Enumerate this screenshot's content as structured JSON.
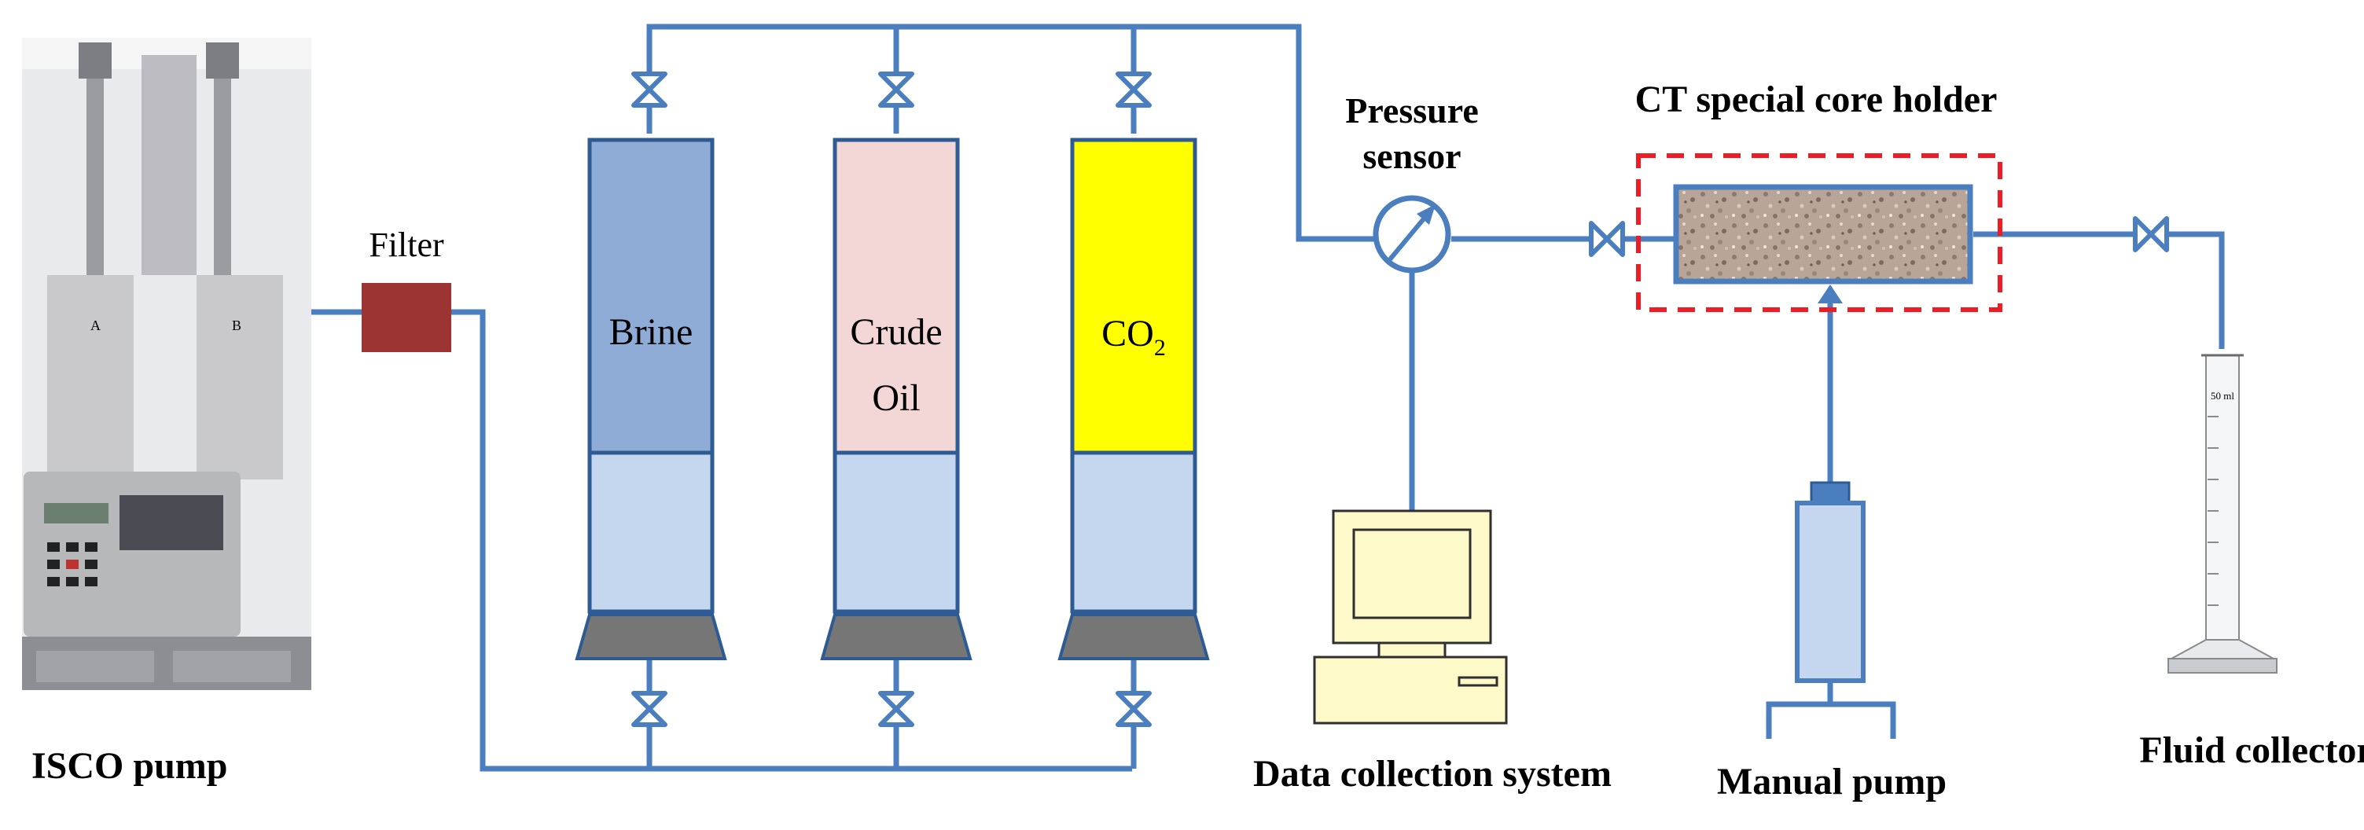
{
  "labels": {
    "isco_pump": "ISCO pump",
    "filter": "Filter",
    "brine": "Brine",
    "crude_oil_line1": "Crude",
    "crude_oil_line2": "Oil",
    "co2_main": "CO",
    "co2_sub": "2",
    "pressure_sensor_line1": "Pressure",
    "pressure_sensor_line2": "sensor",
    "core_holder": "CT special core holder",
    "data_collection": "Data collection system",
    "manual_pump": "Manual pump",
    "fluid_collector": "Fluid collector",
    "cylinder_volume": "50 ml",
    "pump_tag_a": "A",
    "pump_tag_b": "B"
  },
  "colors": {
    "pipe": "#4a7ebf",
    "brine_top": "#8eacd6",
    "crude_top": "#f3d6d6",
    "co2_top": "#ffff00",
    "lower_fluid": "#c5d7ef",
    "piston_base": "#767676",
    "filter": "#9c3434",
    "computer": "#fdf9c8",
    "core_dash": "#ee1c24",
    "vessel_border": "#2e5b93"
  },
  "icons": {
    "valve": "bowtie-valve-icon",
    "gauge": "pressure-gauge-icon",
    "computer": "desktop-computer-icon",
    "cylinder": "graduated-cylinder-icon",
    "pump_photo": "isco-pump-illustration"
  }
}
